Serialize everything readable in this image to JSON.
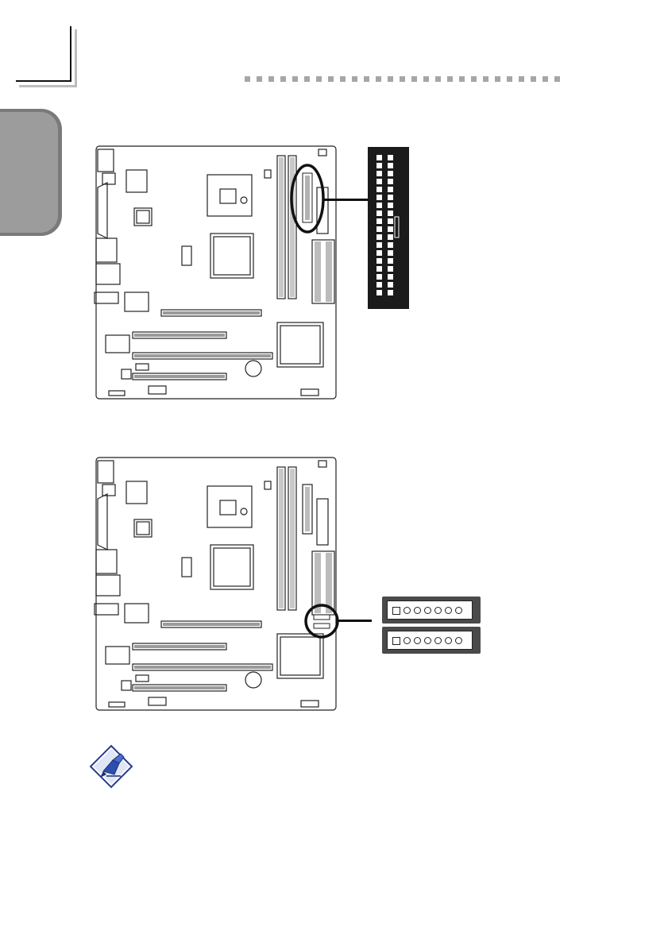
{
  "page": {
    "header_style": "dotted-rule",
    "side_tab_color": "#8c8c8c"
  },
  "figure1": {
    "board_icon": "motherboard-icon",
    "highlight": "ide-connector-circle",
    "connector_icon": "ide-40-pin-connector-icon"
  },
  "figure2": {
    "board_icon": "motherboard-icon",
    "highlight": "sata-connectors-circle",
    "connector_icons": [
      "sata-connector-icon",
      "sata-connector-icon"
    ]
  },
  "note": {
    "icon": "note-pen-icon"
  }
}
